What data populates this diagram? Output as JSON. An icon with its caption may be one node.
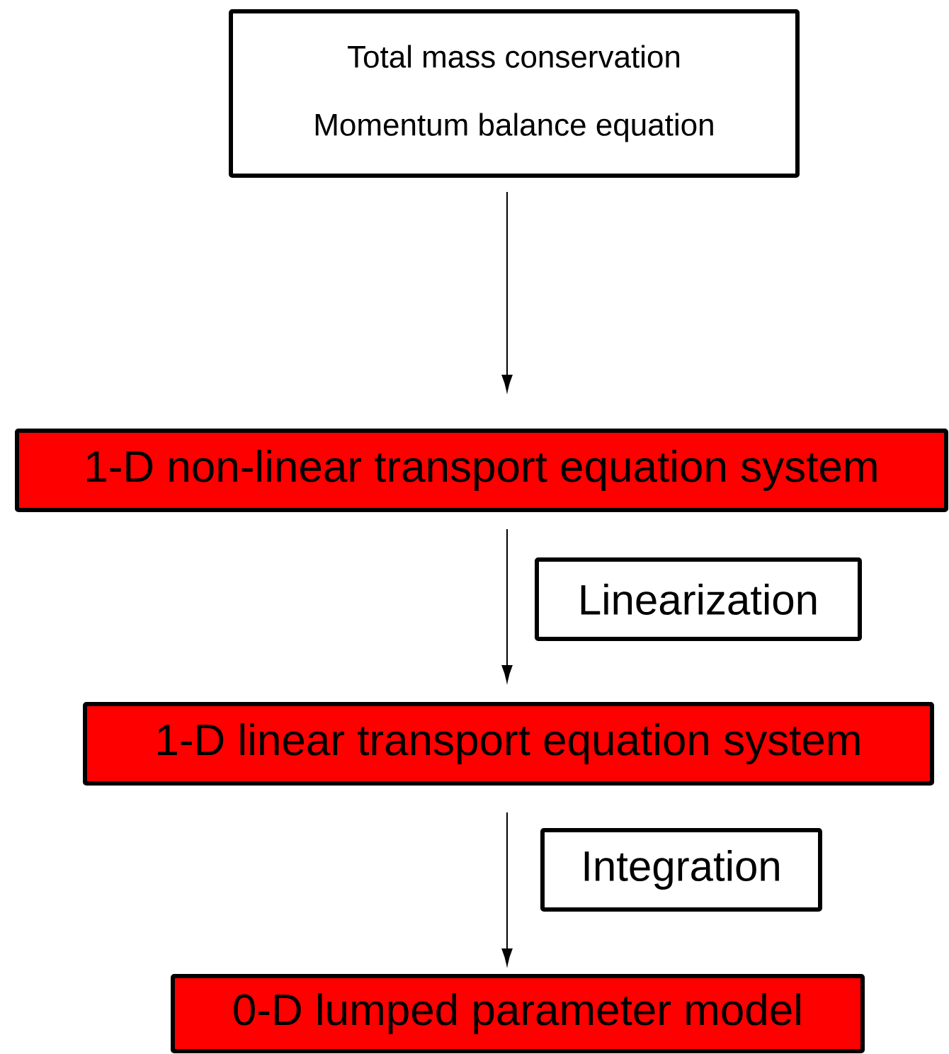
{
  "diagram": {
    "nodes": [
      {
        "text": [
          "Total mass conservation",
          "Momentum balance equation"
        ]
      },
      {
        "text": [
          "1-D non-linear transport equation system"
        ]
      },
      {
        "text": [
          "1-D linear transport equation system"
        ]
      },
      {
        "text": [
          "0-D lumped parameter model"
        ]
      }
    ],
    "edges": [
      {
        "from": 0,
        "to": 1,
        "arrow": "to"
      },
      {
        "from": 1,
        "to": 2,
        "arrow": "to",
        "label": "Linearization"
      },
      {
        "from": 2,
        "to": 3,
        "arrow": "to",
        "label": "Integration"
      }
    ]
  }
}
